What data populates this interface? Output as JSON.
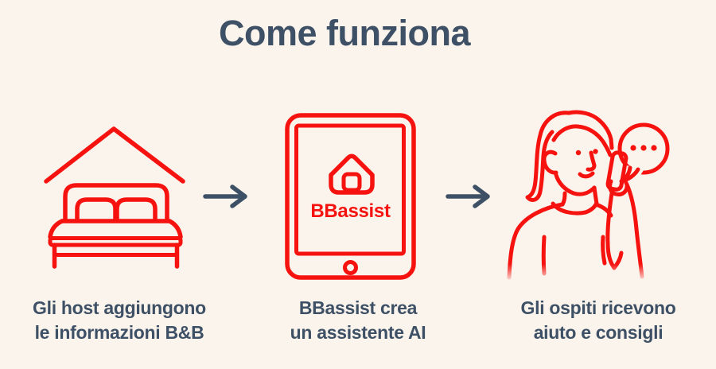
{
  "title": "Come funziona",
  "colors": {
    "background": "#faf4ec",
    "line_red": "#f5120f",
    "ink": "#3e5065"
  },
  "connector_icon": "arrow-right",
  "steps": [
    {
      "icon": "bed-under-roof-icon",
      "lines": [
        "Gli host aggiungono",
        "le informazioni B&B"
      ]
    },
    {
      "icon": "tablet-app-icon",
      "app_name": "BBassist",
      "lines": [
        "BBassist crea",
        "un assistente AI"
      ]
    },
    {
      "icon": "guest-on-phone-icon",
      "lines": [
        "Gli ospiti ricevono",
        "aiuto e consigli"
      ]
    }
  ]
}
